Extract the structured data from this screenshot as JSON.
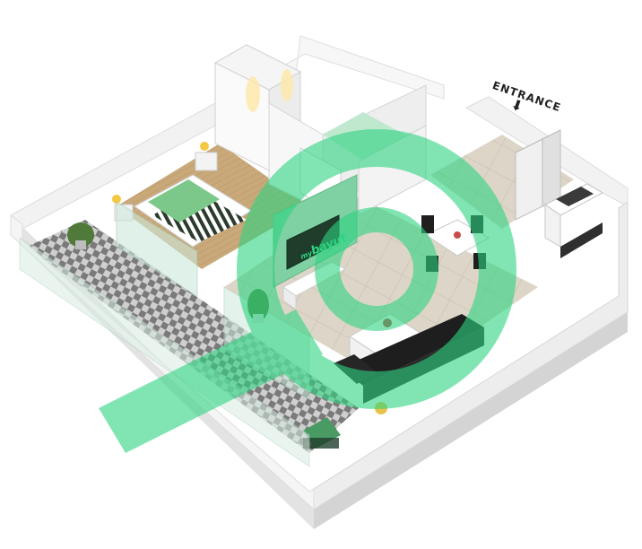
{
  "floorplan": {
    "entrance_label": "ENTRANCE",
    "tv_screen": {
      "prefix": "my",
      "brand": "bayut"
    }
  },
  "colors": {
    "watermark": "#2dd481",
    "floor_wood": "#c9a97a",
    "floor_tile": "#d8d2c4",
    "walls": "#f4f4f4",
    "balcony_check_dark": "#7a7a7a",
    "balcony_check_light": "#cfcfcf"
  },
  "icons": [
    "arrow-down-icon",
    "watermark-logo-icon"
  ]
}
